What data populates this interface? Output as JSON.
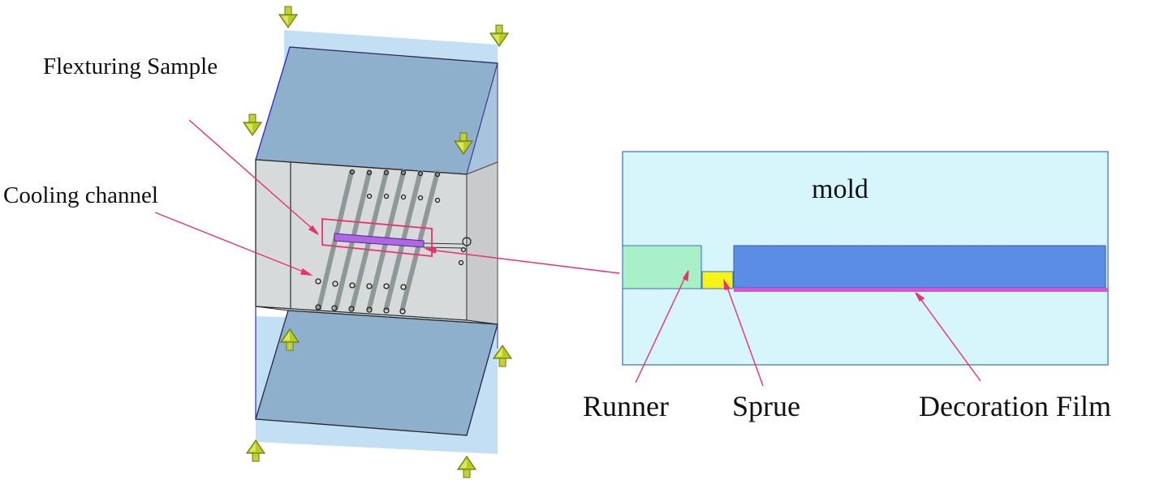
{
  "labels": {
    "flexturing_sample": "Flexturing Sample",
    "cooling_channel": "Cooling channel",
    "mold": "mold",
    "runner": "Runner",
    "sprue": "Sprue",
    "decoration_film": "Decoration Film"
  },
  "colors": {
    "leader_line": "#e8336e",
    "mold_fill": "#d6f6fc",
    "runner_fill": "#a8f0c8",
    "sprue_fill": "#f4f416",
    "part_fill": "#5b8de6",
    "film_fill": "#e64ad6",
    "arrow_fill": "#b8cc1e"
  }
}
